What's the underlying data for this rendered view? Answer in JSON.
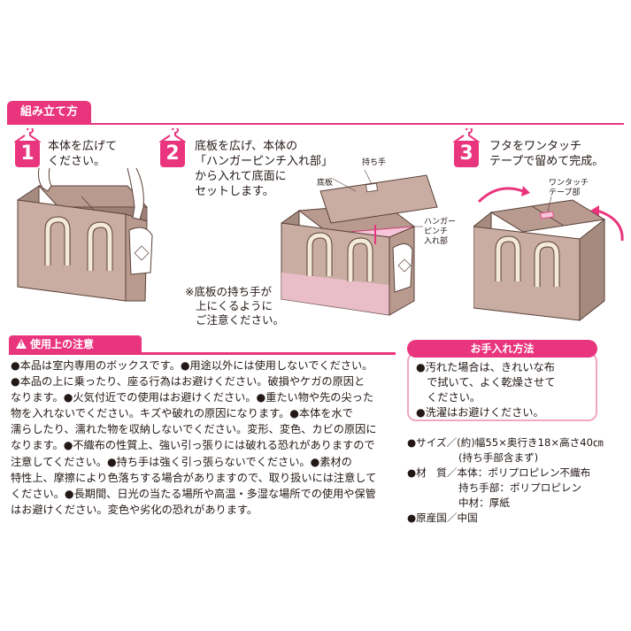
{
  "header": {
    "title": "組み立て方"
  },
  "steps": [
    {
      "number": "1",
      "lines": [
        "本体を広げて",
        "ください。"
      ]
    },
    {
      "number": "2",
      "lines": [
        "底板を広げ、本体の",
        "「ハンガーピンチ入れ部」",
        "から入れて底面に",
        "セットします。"
      ]
    },
    {
      "number": "3",
      "lines": [
        "フタをワンタッチ",
        "テープで留めて完成。"
      ]
    }
  ],
  "labels": {
    "handle": "持ち手",
    "bottom_board": "底板",
    "hanger_pinch": [
      "ハンガー",
      "ピンチ",
      "入れ部"
    ],
    "one_touch": [
      "ワンタッチ",
      "テープ部"
    ]
  },
  "step2_note": [
    "※底板の持ち手が",
    "上にくるように",
    "ご注意ください。"
  ],
  "caution": {
    "title": "使用上の注意",
    "lines": [
      "●本品は室内専用のボックスです。●用途以外には使用しないでください。",
      "●本品の上に乗ったり、座る行為はお避けください。破損やケガの原因と",
      "なります。●火気付近での使用はお避けください。●重たい物や先の尖った",
      "物を入れないでください。キズや破れの原因になります。●本体を水で",
      "濡らしたり、濡れた物を収納しないでください。変形、変色、カビの原因に",
      "なります。●不織布の性質上、強い引っ張りには破れる恐れがありますので",
      "注意してください。●持ち手は強く引っ張らないでください。●素材の",
      "特性上、摩擦により色落ちする場合がありますので、取り扱いには注意して",
      "ください。●長期間、日光の当たる場所や高温・多湿な場所での使用や保管",
      "はお避けください。変色や劣化の恐れがあります。"
    ]
  },
  "care": {
    "title": "お手入れ方法",
    "lines": [
      "●汚れた場合は、きれいな布",
      "　で拭いて、よく乾燥させて",
      "　ください。",
      "●洗濯はお避けください。"
    ]
  },
  "specs": {
    "lines": [
      "●サイズ／(約)幅55×奥行き18×高さ40㎝",
      "　　　　　(持ち手部含まず)",
      "●材　質／本体：ポリプロピレン不織布",
      "　　　　　持ち手部：ポリプロピレン",
      "　　　　　中材：厚紙",
      "●原産国／中国"
    ]
  },
  "colors": {
    "accent": "#e9357e",
    "box_fill": "#c9ada2",
    "box_dark": "#a58a80",
    "handle": "#f4ead8",
    "pink_light": "#f6c5da"
  }
}
